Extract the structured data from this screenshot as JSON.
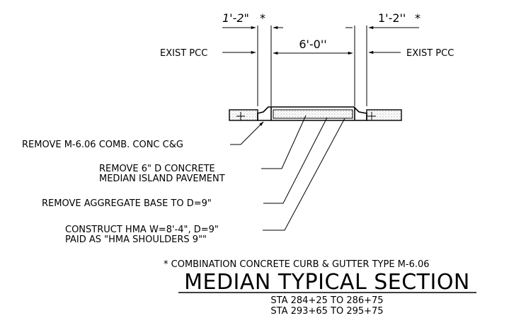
{
  "dimensions": {
    "left_curb": "1'-2\"",
    "left_asterisk": "*",
    "center_width": "6'-0''",
    "right_curb": "1'-2''",
    "right_asterisk": "*"
  },
  "labels": {
    "exist_pcc_left": "EXIST PCC",
    "exist_pcc_right": "EXIST PCC",
    "remove_curb": "REMOVE M-6.06 COMB. CONC C&G",
    "remove_concrete_line1": "REMOVE 6\" D CONCRETE",
    "remove_concrete_line2": "MEDIAN ISLAND PAVEMENT",
    "remove_base": "REMOVE AGGREGATE BASE TO D=9\"",
    "construct_hma_line1": "CONSTRUCT HMA W=8'-4\", D=9\"",
    "construct_hma_line2": "PAID AS \"HMA SHOULDERS 9\"\""
  },
  "footnote": "* COMBINATION CONCRETE CURB & GUTTER TYPE M-6.06",
  "title": "MEDIAN TYPICAL SECTION",
  "stations": [
    "STA 284+25 TO 286+75",
    "STA 293+65 TO 295+75"
  ],
  "colors": {
    "line": "#000000",
    "background": "#ffffff",
    "hatch": "#9a9a9a"
  }
}
